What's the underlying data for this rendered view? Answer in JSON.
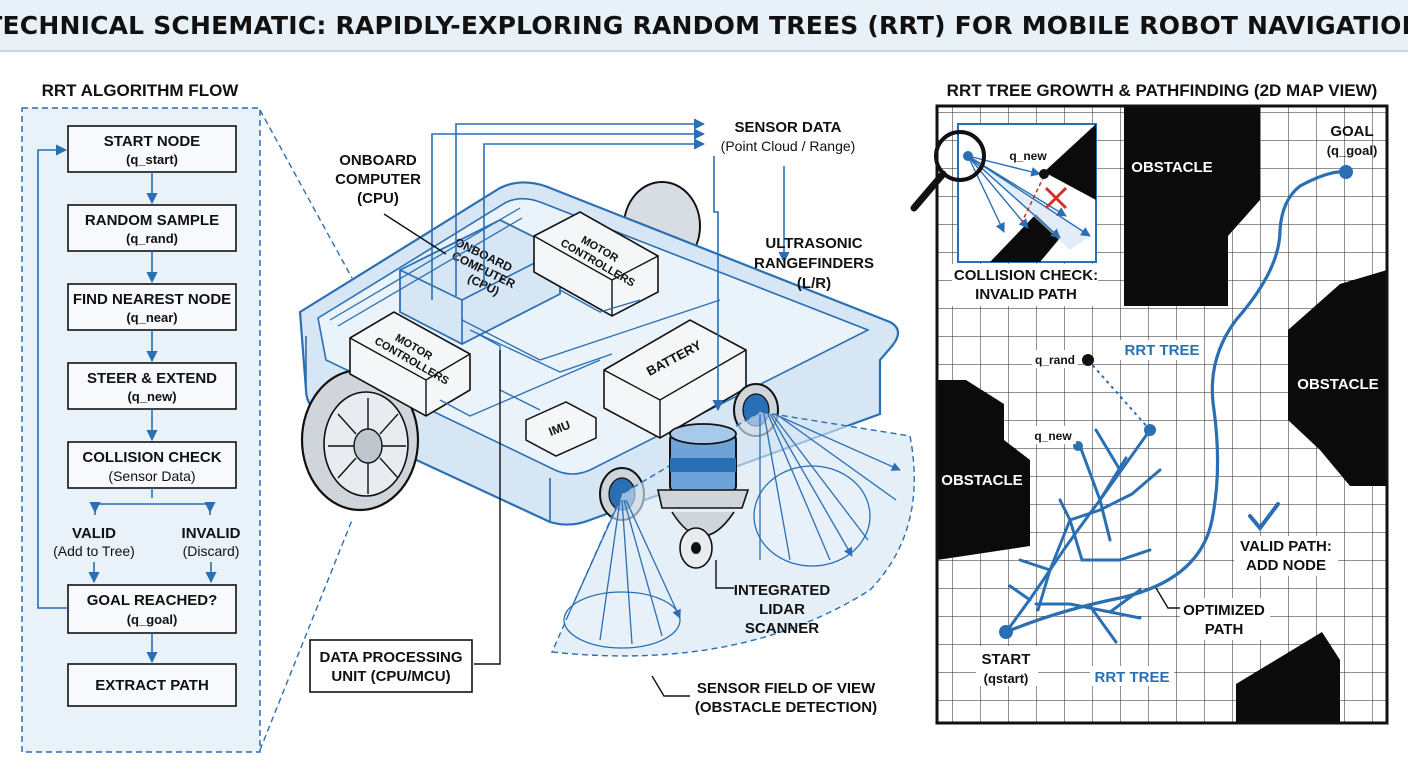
{
  "title": "TECHNICAL SCHEMATIC: RAPIDLY-EXPLORING RANDOM TREES (RRT) FOR MOBILE ROBOT NAVIGATION",
  "flow": {
    "heading": "RRT ALGORITHM FLOW",
    "start": {
      "label": "START NODE",
      "sub": "(q_start)"
    },
    "sample": {
      "label": "RANDOM SAMPLE",
      "sub": "(q_rand)"
    },
    "nearest": {
      "label": "FIND NEAREST NODE",
      "sub": "(q_near)"
    },
    "steer": {
      "label": "STEER & EXTEND",
      "sub": "(q_new)"
    },
    "collision": {
      "label": "COLLISION CHECK",
      "sub": "(Sensor Data)"
    },
    "valid": {
      "label": "VALID",
      "sub": "(Add to Tree)"
    },
    "invalid": {
      "label": "INVALID",
      "sub": "(Discard)"
    },
    "goal": {
      "label": "GOAL REACHED?",
      "sub": "(q_goal)"
    },
    "extract": {
      "label": "EXTRACT PATH"
    }
  },
  "robot": {
    "sensor_data": {
      "line1": "SENSOR DATA",
      "line2": "(Point Cloud / Range)"
    },
    "onboard_callout": {
      "line1": "ONBOARD",
      "line2": "COMPUTER",
      "line3": "(CPU)"
    },
    "onboard_box": {
      "line1": "ONBOARD",
      "line2": "COMPUTER",
      "line3": "(CPU)"
    },
    "motor_a": {
      "line1": "MOTOR",
      "line2": "CONTROLLERS"
    },
    "motor_b": {
      "line1": "MOTOR",
      "line2": "CONTROLLERS"
    },
    "battery": "BATTERY",
    "imu": "IMU",
    "ultrasonic": {
      "line1": "ULTRASONIC",
      "line2": "RANGEFINDERS",
      "line3": "(L/R)"
    },
    "lidar": {
      "line1": "INTEGRATED",
      "line2": "LIDAR",
      "line3": "SCANNER"
    },
    "dpu": {
      "line1": "DATA PROCESSING",
      "line2": "UNIT (CPU/MCU)"
    },
    "fov": {
      "line1": "SENSOR FIELD OF VIEW",
      "line2": "(OBSTACLE DETECTION)"
    }
  },
  "map": {
    "heading": "RRT TREE GROWTH & PATHFINDING (2D MAP VIEW)",
    "obstacle": "OBSTACLE",
    "goal": {
      "line1": "GOAL",
      "line2": "(q_goal)"
    },
    "qnew_inset": "q_new",
    "collision": {
      "line1": "COLLISION CHECK:",
      "line2": "INVALID PATH"
    },
    "tree_label": "RRT TREE",
    "qrand": "q_rand",
    "qnew": "q_new",
    "valid": {
      "line1": "VALID PATH:",
      "line2": "ADD NODE"
    },
    "optimized": {
      "line1": "OPTIMIZED",
      "line2": "PATH"
    },
    "start": {
      "line1": "START",
      "line2": "(qstart)"
    },
    "tree_label_bottom": "RRT TREE"
  },
  "colors": {
    "accent": "#2a6fb4",
    "light": "#d6e6f5",
    "panel": "#e9f1f9",
    "obstacle": "#0b0b0b"
  }
}
